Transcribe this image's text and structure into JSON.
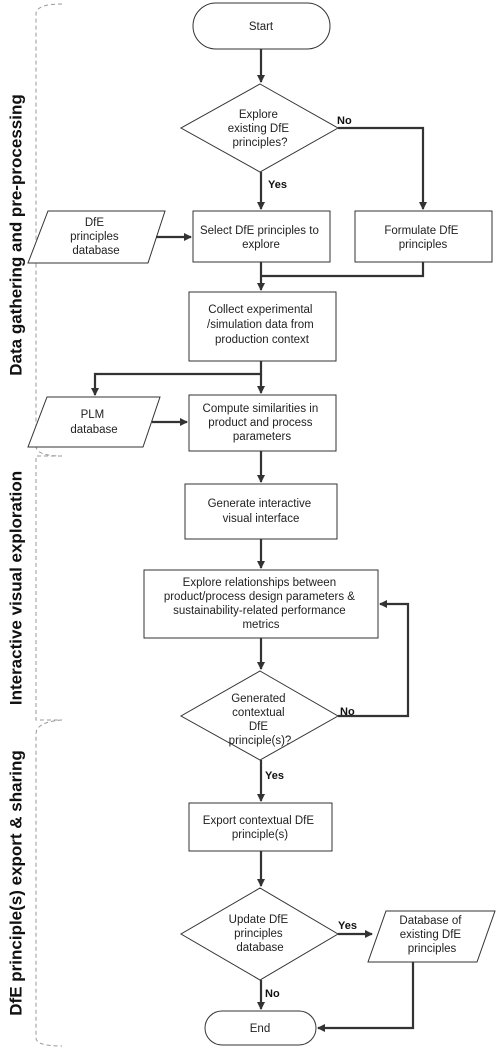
{
  "phases": [
    {
      "id": "phase1",
      "label": "Data gathering and pre-processing"
    },
    {
      "id": "phase2",
      "label": "Interactive visual exploration"
    },
    {
      "id": "phase3",
      "label": "DfE principle(s) export & sharing"
    }
  ],
  "nodes": {
    "start": [
      "Start"
    ],
    "explore_existing": [
      "Explore",
      "existing DfE",
      "principles?"
    ],
    "formulate": [
      "Formulate DfE",
      "principles"
    ],
    "dfe_db": [
      "DfE",
      "principles",
      "database"
    ],
    "select": [
      "Select DfE principles to",
      "explore"
    ],
    "collect": [
      "Collect experimental",
      "/simulation data from",
      "production context"
    ],
    "plm_db": [
      "PLM",
      "database"
    ],
    "compute": [
      "Compute similarities in",
      "product and process",
      "parameters"
    ],
    "generate": [
      "Generate  interactive",
      "visual interface"
    ],
    "explore_rel": [
      "Explore relationships between",
      "product/process design parameters &",
      "sustainability-related performance",
      "metrics"
    ],
    "generated": [
      "Generated",
      "contextual",
      "DfE",
      "principle(s)?"
    ],
    "export": [
      "Export contextual DfE",
      "principle(s)"
    ],
    "update": [
      "Update DfE",
      "principles",
      "database"
    ],
    "existing_db": [
      "Database of",
      "existing DfE",
      "principles"
    ],
    "end": [
      "End"
    ]
  },
  "edge_labels": {
    "explore_no": "No",
    "explore_yes": "Yes",
    "generated_no": "No",
    "generated_yes": "Yes",
    "update_yes": "Yes",
    "update_no": "No"
  },
  "colors": {
    "stroke": "#333333",
    "fill": "#ffffff",
    "brace": "#999999"
  }
}
